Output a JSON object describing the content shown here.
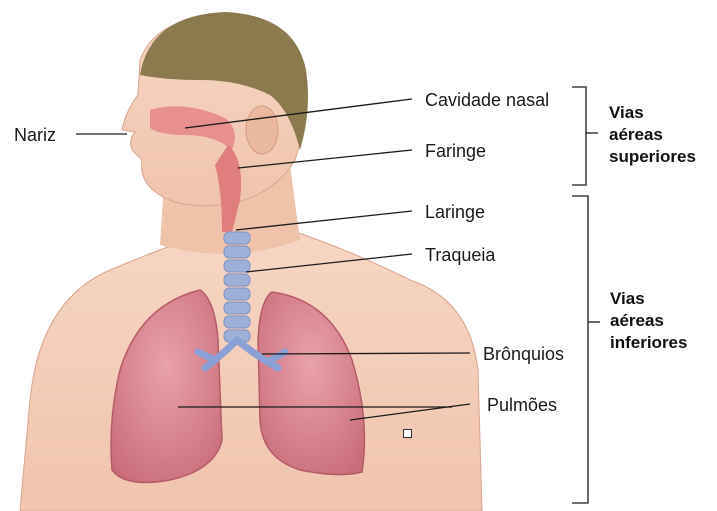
{
  "labels": {
    "nariz": "Nariz",
    "cavidade_nasal": "Cavidade nasal",
    "faringe": "Faringe",
    "laringe": "Laringe",
    "traqueia": "Traqueia",
    "bronquios": "Brônquios",
    "pulmoes": "Pulmões"
  },
  "groups": {
    "superior": [
      "Vias",
      "aéreas",
      "superiores"
    ],
    "inferior": [
      "Vias",
      "aéreas",
      "inferiores"
    ]
  },
  "colors": {
    "skin": "#f3cdb8",
    "skin_shadow": "#e2ab92",
    "hair": "#8a7a4e",
    "lung": "#d9848f",
    "airway_pink": "#e88f8f",
    "trachea": "#9fb0d8",
    "lines": "#1a1a1a"
  }
}
